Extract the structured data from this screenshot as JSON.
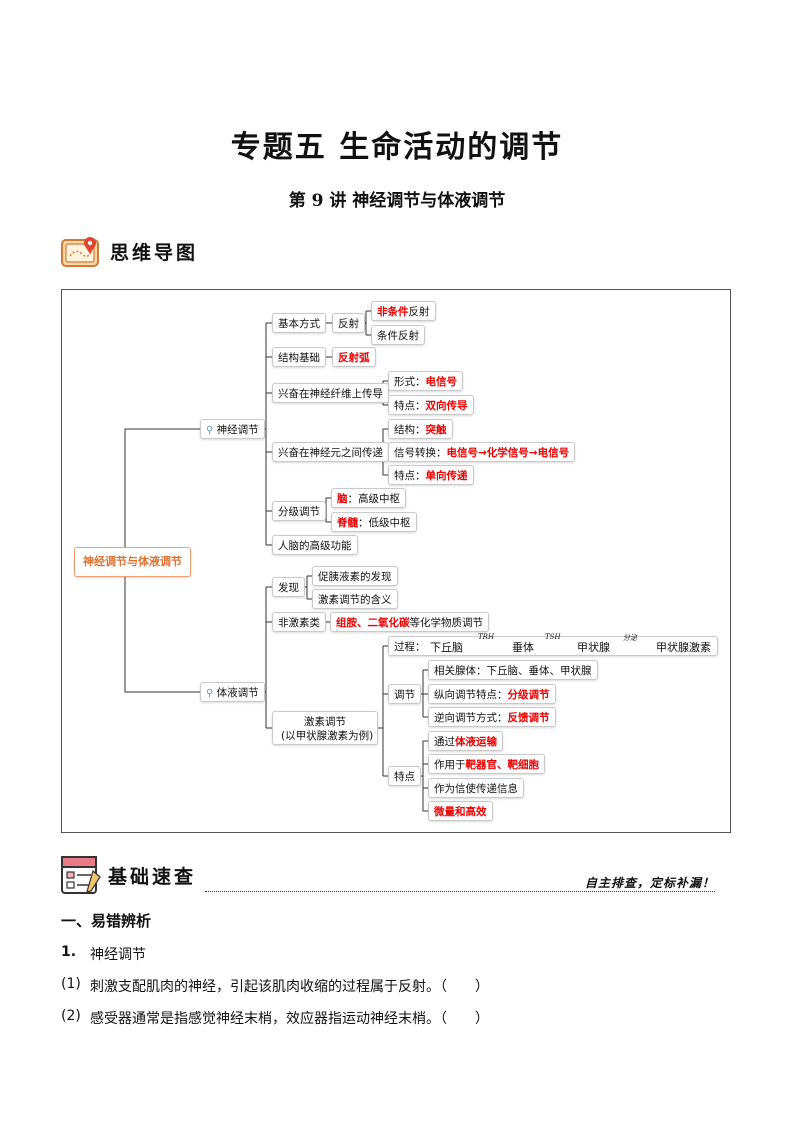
{
  "title": "专题五  生命活动的调节",
  "subtitle": "第 9 讲  神经调节与体液调节",
  "section1": {
    "label": "思维导图",
    "icon": "map-scroll-icon"
  },
  "mindmap": {
    "root": "神经调节与体液调节",
    "neural": "神经调节",
    "humoral": "体液调节",
    "basic_mode": "基本方式",
    "reflex": "反射",
    "unconditioned_red": "非条件",
    "unconditioned_rest": "反射",
    "conditioned": "条件反射",
    "structure_basis": "结构基础",
    "reflex_arc": "反射弧",
    "fiber": "兴奋在神经纤维上传导",
    "form_lbl": "形式：",
    "form_val": "电信号",
    "feat_lbl": "特点：",
    "fiber_feat_val": "双向传导",
    "between": "兴奋在神经元之间传递",
    "struct_lbl": "结构：",
    "struct_val": "突触",
    "signal_lbl": "信号转换：",
    "signal_val": "电信号→化学信号→电信号",
    "between_feat_val": "单向传递",
    "hierarchy": "分级调节",
    "brain_red": "脑",
    "brain_rest": "：高级中枢",
    "spinal_red": "脊髓",
    "spinal_rest": "：低级中枢",
    "advanced": "人脑的高级功能",
    "discovery": "发现",
    "secretin": "促胰液素的发现",
    "meaning": "激素调节的含义",
    "nonhormone": "非激素类",
    "nonhormone_red": "组胺、二氧化碳",
    "nonhormone_rest": "等化学物质调节",
    "hormone_reg": "激素调节",
    "hormone_example": "(以甲状腺激素为例)",
    "process_lbl": "过程：",
    "hypothalamus": "下丘脑",
    "trh": "TRH",
    "pituitary": "垂体",
    "tsh": "TSH",
    "thyroid": "甲状腺",
    "secrete": "分泌",
    "thyroid_hormone": "甲状腺激素",
    "regulation": "调节",
    "glands": "相关腺体：下丘脑、垂体、甲状腺",
    "vertical_lbl": "纵向调节特点：",
    "vertical_val": "分级调节",
    "reverse_lbl": "逆向调节方式：",
    "reverse_val": "反馈调节",
    "features": "特点",
    "via_lbl": "通过",
    "via_val": "体液运输",
    "acts_lbl": "作用于",
    "acts_val": "靶器官、靶细胞",
    "messenger": "作为信使传递信息",
    "trace": "微量和高效"
  },
  "section2": {
    "label": "基础速查",
    "icon": "checklist-icon",
    "slogan": "自主排查，定标补漏！"
  },
  "content": {
    "heading": "一、易错辨析",
    "item_no": "1.",
    "item_title": "神经调节",
    "q1_no": "(1)",
    "q1": "刺激支配肌肉的神经，引起该肌肉收缩的过程属于反射。（　　）",
    "q2_no": "(2)",
    "q2": "感受器通常是指感觉神经末梢，效应器指运动神经末梢。（　　）"
  }
}
